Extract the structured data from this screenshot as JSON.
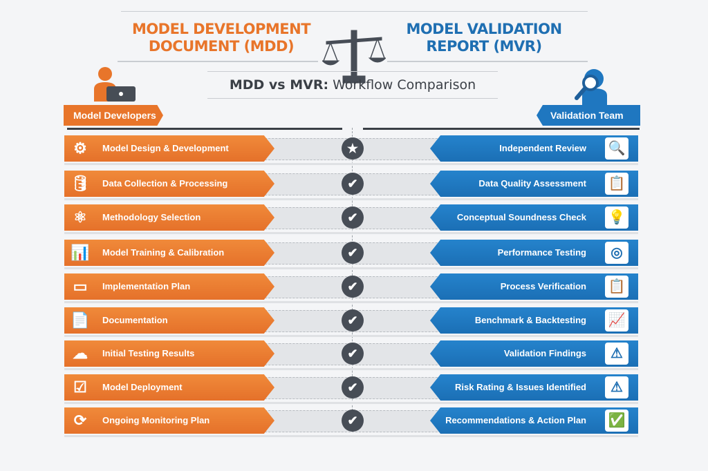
{
  "header": {
    "left_title": "MODEL DEVELOPMENT DOCUMENT (MDD)",
    "right_title": "MODEL VALIDATION REPORT (MVR)",
    "subtitle_bold": "MDD vs MVR:",
    "subtitle_rest": " Workflow Comparison"
  },
  "left_tag": "Model Developers",
  "right_tag": "Validation Team",
  "colors": {
    "orange": "#e8752a",
    "blue": "#1f77c0",
    "dark": "#474d56"
  },
  "rows": [
    {
      "left": "Model Design & Development",
      "left_icon": "gears-icon",
      "left_glyph": "⚙",
      "mid": "★",
      "mid_icon": "star-icon",
      "right": "Independent Review",
      "right_icon": "magnifier-icon",
      "right_glyph": "🔍"
    },
    {
      "left": "Data Collection & Processing",
      "left_icon": "database-icon",
      "left_glyph": "🛢",
      "mid": "✔",
      "mid_icon": "check-icon",
      "right": "Data Quality Assessment",
      "right_icon": "clipboard-check-icon",
      "right_glyph": "📋"
    },
    {
      "left": "Methodology Selection",
      "left_icon": "atom-icon",
      "left_glyph": "⚛",
      "mid": "✔",
      "mid_icon": "check-icon",
      "right": "Conceptual Soundness Check",
      "right_icon": "lightbulb-icon",
      "right_glyph": "💡"
    },
    {
      "left": "Model Training & Calibration",
      "left_icon": "bar-chart-icon",
      "left_glyph": "📊",
      "mid": "✔",
      "mid_icon": "check-icon",
      "right": "Performance Testing",
      "right_icon": "target-icon",
      "right_glyph": "◎"
    },
    {
      "left": "Implementation Plan",
      "left_icon": "code-window-icon",
      "left_glyph": "▭",
      "mid": "✔",
      "mid_icon": "check-icon",
      "right": "Process Verification",
      "right_icon": "clipboard-icon",
      "right_glyph": "📋"
    },
    {
      "left": "Documentation",
      "left_icon": "document-icon",
      "left_glyph": "📄",
      "mid": "✔",
      "mid_icon": "check-icon",
      "right": "Benchmark & Backtesting",
      "right_icon": "line-chart-icon",
      "right_glyph": "📈"
    },
    {
      "left": "Initial Testing Results",
      "left_icon": "cloud-check-icon",
      "left_glyph": "☁",
      "mid": "✔",
      "mid_icon": "check-icon",
      "right": "Validation Findings",
      "right_icon": "clipboard-alert-icon",
      "right_glyph": "⚠"
    },
    {
      "left": "Model Deployment",
      "left_icon": "window-check-icon",
      "left_glyph": "☑",
      "mid": "✔",
      "mid_icon": "check-icon",
      "right": "Risk Rating & Issues Identified",
      "right_icon": "warning-icon",
      "right_glyph": "⚠"
    },
    {
      "left": "Ongoing Monitoring Plan",
      "left_icon": "refresh-icon",
      "left_glyph": "⟳",
      "mid": "✔",
      "mid_icon": "check-icon",
      "right": "Recommendations & Action Plan",
      "right_icon": "clipboard-check-icon",
      "right_glyph": "✅"
    }
  ]
}
